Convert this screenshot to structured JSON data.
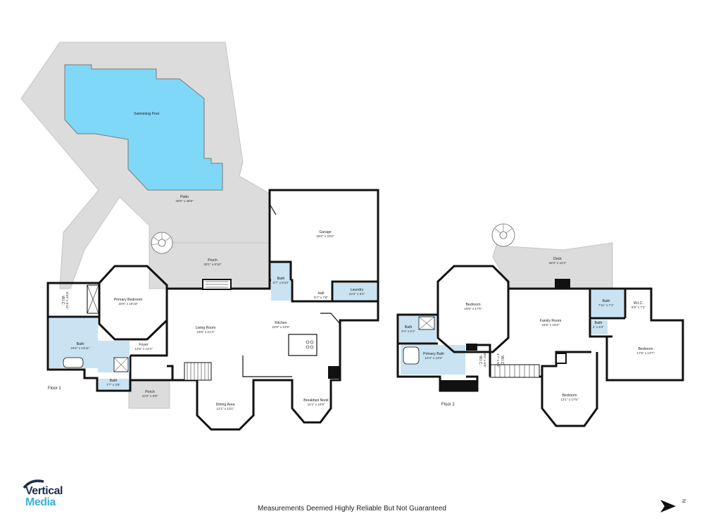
{
  "floors": [
    {
      "label": "Floor 1"
    },
    {
      "label": "Floor 2"
    }
  ],
  "rooms": {
    "pool": {
      "name": "Swimming Pool",
      "dims": ""
    },
    "patio": {
      "name": "Patio",
      "dims": "49'9\" x 48'9\""
    },
    "porch_back": {
      "name": "Porch",
      "dims": "28'1\" x 8'10\""
    },
    "garage": {
      "name": "Garage",
      "dims": "25'0\" x 20'0\""
    },
    "primary_bedroom": {
      "name": "Primary Bedroom",
      "dims": "15'6\" x 16'10\""
    },
    "wic_1": {
      "name": "W.I.C.",
      "dims": "8'10\" x 5'11\""
    },
    "bath_1": {
      "name": "Bath",
      "dims": "19'4\" x 13'11\""
    },
    "bath_2": {
      "name": "Bath",
      "dims": "7'7\" x 3'5\""
    },
    "foyer": {
      "name": "Foyer",
      "dims": "12'5\" x 12'4\""
    },
    "porch_front": {
      "name": "Porch",
      "dims": "10'2\" x 6'9\""
    },
    "living_room": {
      "name": "Living Room",
      "dims": "18'8\" x 21'4\""
    },
    "dining_area": {
      "name": "Dining Area",
      "dims": "12'1\" x 13'1\""
    },
    "kitchen": {
      "name": "Kitchen",
      "dims": "22'8\" x 23'9\""
    },
    "breakfast_nook": {
      "name": "Breakfast Nook",
      "dims": "11'1\" x 10'9\""
    },
    "bath_3": {
      "name": "Bath",
      "dims": "6'7\" x 8'10\""
    },
    "hall": {
      "name": "Hall",
      "dims": "5'7\" x 7'8\""
    },
    "laundry": {
      "name": "Laundry",
      "dims": "10'2\" x 9'4\""
    },
    "deck": {
      "name": "Deck",
      "dims": "28'3\" x 11'2\""
    },
    "bedroom_a": {
      "name": "Bedroom",
      "dims": "16'9\" x 17'5\""
    },
    "bath_4": {
      "name": "Bath",
      "dims": "3'4\" x 5'1\""
    },
    "primary_bath": {
      "name": "Primary Bath",
      "dims": "15'4\" x 13'9\""
    },
    "wic_2": {
      "name": "W.I.C.",
      "dims": "8'5\" x 5'5\""
    },
    "wic_3": {
      "name": "W.I.C.",
      "dims": "4'7\" x 8'4\""
    },
    "family_room": {
      "name": "Family Room",
      "dims": "22'6\" x 15'6\""
    },
    "bath_5": {
      "name": "Bath",
      "dims": "7'11\" x 7'1\""
    },
    "bath_6": {
      "name": "Bath",
      "dims": "4' x 5'4\""
    },
    "wic_4": {
      "name": "W.I.C.",
      "dims": "5'9\" x 7'1\""
    },
    "bedroom_b": {
      "name": "Bedroom",
      "dims": "17'8\" x 13'7\""
    },
    "bedroom_c": {
      "name": "Bedroom",
      "dims": "12'1\" x 17'5\""
    }
  },
  "logo": {
    "line1": "Vertical",
    "line2": "Media"
  },
  "disclaimer": "Measurements Deemed Highly Reliable But Not Guaranteed",
  "compass": {
    "label": "N",
    "icon": "north-arrow-icon"
  },
  "colors": {
    "pool": "#7fd8f8",
    "outdoor": "#dcdcdc",
    "wet": "#c9e3f3",
    "logo_dark": "#1f2d4d",
    "logo_light": "#3fb0d8"
  }
}
